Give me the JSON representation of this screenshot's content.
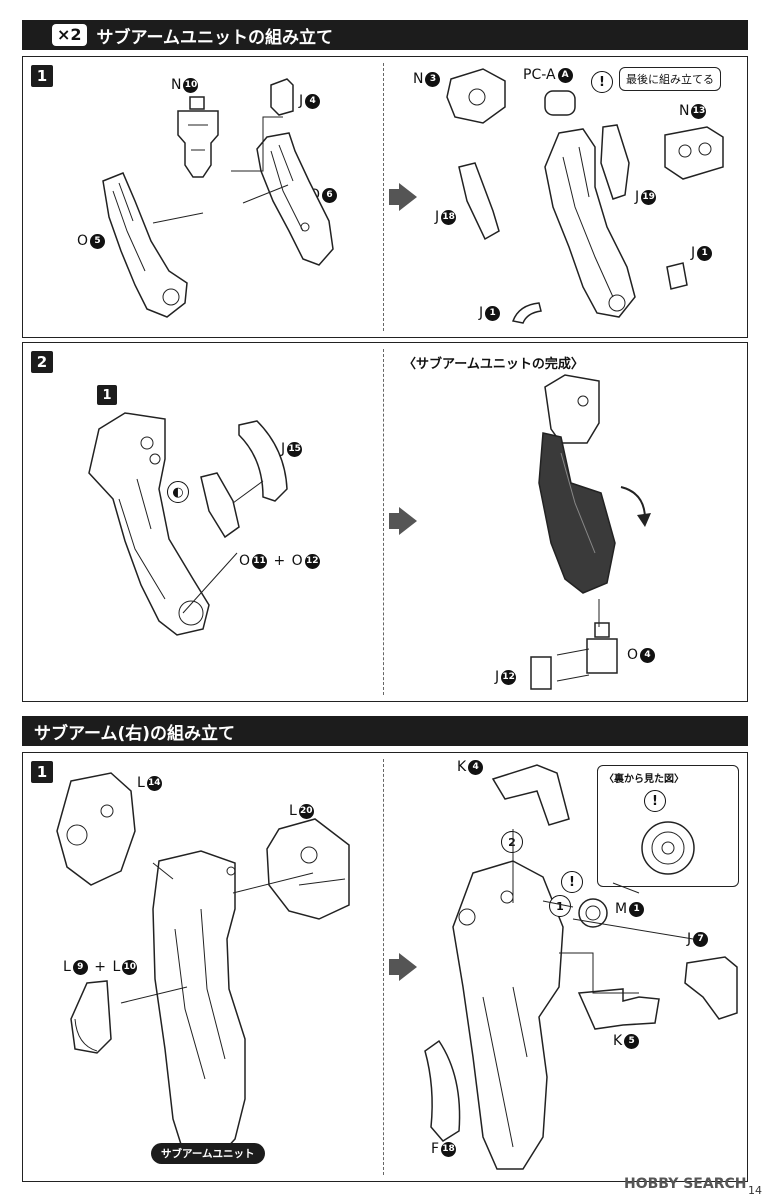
{
  "section1": {
    "multiplier": "×2",
    "title": "サブアームユニットの組み立て",
    "step1": {
      "number": "1",
      "left_labels": [
        {
          "letter": "N",
          "num": "10"
        },
        {
          "letter": "J",
          "num": "4"
        },
        {
          "letter": "O",
          "num": "6"
        },
        {
          "letter": "O",
          "num": "5"
        }
      ],
      "right_labels": [
        {
          "letter": "N",
          "num": "3"
        },
        {
          "letter": "PC-A",
          "num": "A"
        },
        {
          "letter": "N",
          "num": "13"
        },
        {
          "letter": "J",
          "num": "18"
        },
        {
          "letter": "J",
          "num": "19"
        },
        {
          "letter": "J",
          "num": "1"
        },
        {
          "letter": "J",
          "num": "1"
        }
      ],
      "note": "最後に組み立てる"
    },
    "step2": {
      "number": "2",
      "ref_number": "1",
      "labels": [
        {
          "letter": "J",
          "num": "15"
        },
        {
          "letter": "O",
          "num": "11"
        },
        {
          "letter": "O",
          "num": "12"
        },
        {
          "letter": "O",
          "num": "4"
        },
        {
          "letter": "J",
          "num": "12"
        }
      ],
      "completion_caption": "〈サブアームユニットの完成〉"
    }
  },
  "section2": {
    "title": "サブアーム(右)の組み立て",
    "step1": {
      "number": "1",
      "left_labels": [
        {
          "letter": "L",
          "num": "14"
        },
        {
          "letter": "L",
          "num": "20"
        },
        {
          "letter": "L",
          "num": "9"
        },
        {
          "letter": "L",
          "num": "10"
        }
      ],
      "left_pill": "サブアームユニット",
      "right_labels": [
        {
          "letter": "K",
          "num": "4"
        },
        {
          "letter": "M",
          "num": "1"
        },
        {
          "letter": "J",
          "num": "7"
        },
        {
          "letter": "K",
          "num": "5"
        },
        {
          "letter": "F",
          "num": "18"
        }
      ],
      "order": [
        "1",
        "2"
      ],
      "inset_title": "〈裏から見た図〉"
    }
  },
  "footer": {
    "logo": "HOBBY SEARCH",
    "page": "14"
  },
  "colors": {
    "header_bg": "#1c1c1c",
    "part_fill": "#3a3a3a"
  }
}
